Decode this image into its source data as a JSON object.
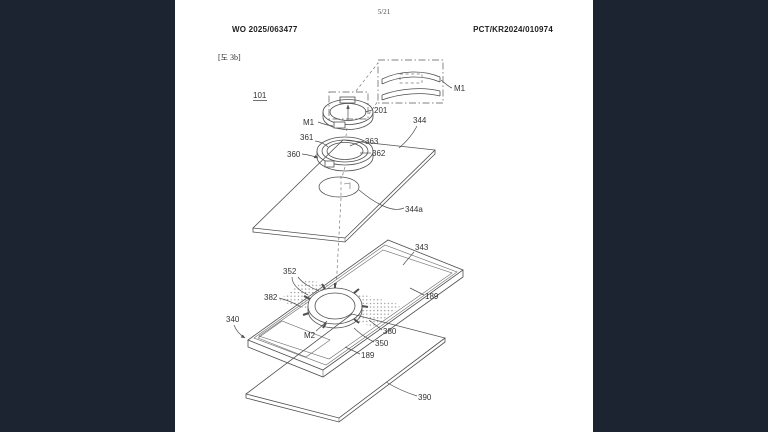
{
  "window": {
    "background_color": "#1c2331",
    "paper_color": "#ffffff"
  },
  "document": {
    "page_indicator": "5/21",
    "publication_number": "WO 2025/063477",
    "application_number": "PCT/KR2024/010974",
    "figure_caption": "[도 3b]"
  },
  "figure": {
    "device_ref": "101",
    "labels": {
      "m1_inset": "M1",
      "ref_201": "201",
      "m1": "M1",
      "ref_361": "361",
      "ref_363": "363",
      "ref_360": "360",
      "ref_362": "362",
      "ref_344": "344",
      "ref_344a": "344a",
      "ref_343": "343",
      "ref_352": "352",
      "ref_382": "382",
      "ref_189_right": "189",
      "ref_380": "380",
      "m2": "M2",
      "ref_350": "350",
      "ref_189_bottom": "189",
      "ref_340": "340",
      "ref_390": "390"
    }
  }
}
